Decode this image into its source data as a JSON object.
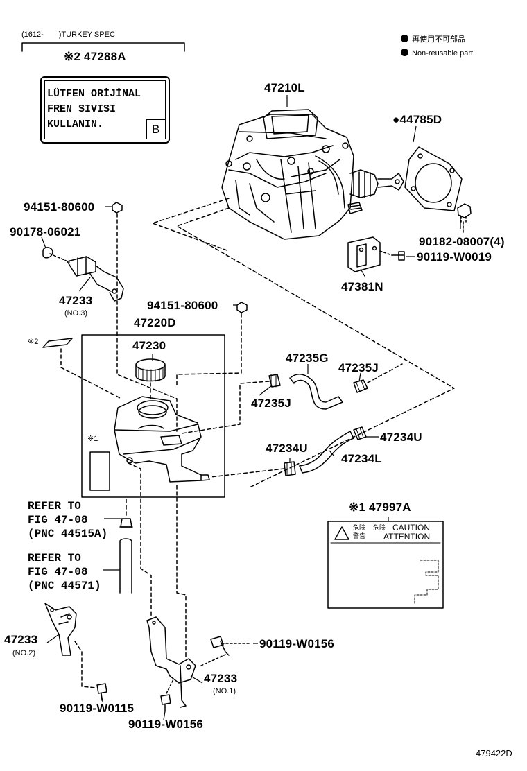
{
  "header": {
    "turkey_spec": "(1612-　　)TURKEY SPEC",
    "legend_jp": "再使用不可部品",
    "legend_en": "Non-reusable part"
  },
  "label_turkey": {
    "pnc": "※2 47288A",
    "line1": "LÜTFEN ORİJİNAL",
    "line2": "FREN SIVISI",
    "line3": "KULLANIN.",
    "tag": "B"
  },
  "parts": {
    "p47210L": "47210L",
    "p44785D": "●44785D",
    "p94151_a": "94151-80600",
    "p90178": "90178-06021",
    "p90182": "90182-08007(4)",
    "p90119_w0019": "90119-W0019",
    "p47381N": "47381N",
    "p47233_no3": "47233",
    "no3": "(NO.3)",
    "p94151_b": "94151-80600",
    "p47220D": "47220D",
    "p47230": "47230",
    "note2": "※2",
    "note1": "※1",
    "p47235G": "47235G",
    "p47235J_a": "47235J",
    "p47235J_b": "47235J",
    "p47234U_a": "47234U",
    "p47234U_b": "47234U",
    "p47234L": "47234L",
    "p47997A": "※1 47997A",
    "caution_jp1": "危険",
    "caution_jp2": "警告",
    "caution_jp3": "危険",
    "caution_en": "CAUTION",
    "attention_en": "ATTENTION",
    "refer1_a": "REFER TO",
    "refer1_b": "FIG 47-08",
    "refer1_c": "(PNC 44515A)",
    "refer2_a": "REFER TO",
    "refer2_b": "FIG 47-08",
    "refer2_c": "(PNC 44571)",
    "p47233_no2": "47233",
    "no2": "(NO.2)",
    "p90119_w0115": "90119-W0115",
    "p90119_w0156_a": "90119-W0156",
    "p47233_no1": "47233",
    "no1": "(NO.1)",
    "p90119_w0156_b": "90119-W0156"
  },
  "footer": {
    "fig_id": "479422D"
  }
}
